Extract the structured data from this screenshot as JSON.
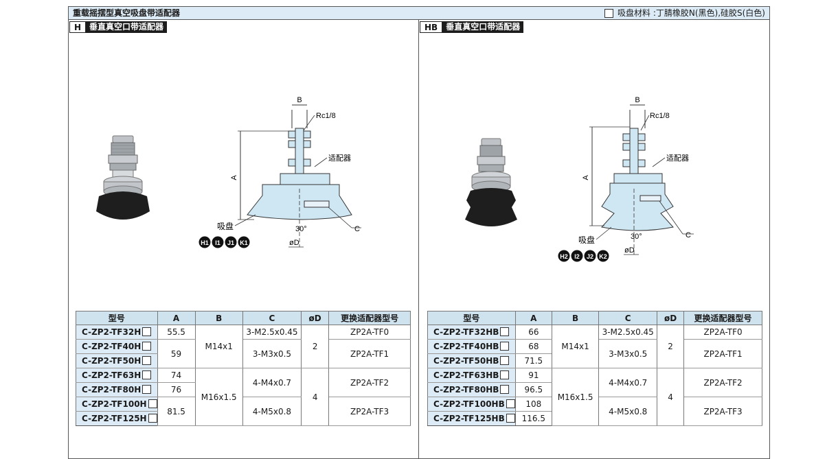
{
  "header": {
    "title": "重载摇摆型真空吸盘带适配器",
    "material_note": "吸盘材料 :丁腈橡胶N(黑色),硅胶S(白色)"
  },
  "left": {
    "code": "H",
    "name": "垂直真空口带适配器",
    "labels": {
      "b": "B",
      "rc": "Rc1/8",
      "adapter": "适配器",
      "a": "A",
      "pad": "吸盘",
      "angle": "30°",
      "c": "C",
      "d": "øD"
    },
    "badges": [
      "H1",
      "I1",
      "J1",
      "K1"
    ],
    "columns": [
      "型号",
      "A",
      "B",
      "C",
      "øD",
      "更换适配器型号"
    ],
    "rows": [
      {
        "model": "C-ZP2-TF32H",
        "a": "55.5"
      },
      {
        "model": "C-ZP2-TF40H",
        "a": "59"
      },
      {
        "model": "C-ZP2-TF50H"
      },
      {
        "model": "C-ZP2-TF63H",
        "a": "74"
      },
      {
        "model": "C-ZP2-TF80H",
        "a": "76"
      },
      {
        "model": "C-ZP2-TF100H",
        "a": "81.5"
      },
      {
        "model": "C-ZP2-TF125H"
      }
    ],
    "b": [
      "M14x1",
      "M16x1.5"
    ],
    "c": [
      "3-M2.5x0.45",
      "3-M3x0.5",
      "4-M4x0.7",
      "4-M5x0.8"
    ],
    "d": [
      "2",
      "4"
    ],
    "adapter": [
      "ZP2A-TF0",
      "ZP2A-TF1",
      "ZP2A-TF2",
      "ZP2A-TF3"
    ]
  },
  "right": {
    "code": "HB",
    "name": "垂直真空口带适配器",
    "labels": {
      "b": "B",
      "rc": "Rc1/8",
      "adapter": "适配器",
      "a": "A",
      "pad": "吸盘",
      "angle": "30°",
      "c": "C",
      "d": "øD"
    },
    "badges": [
      "H2",
      "I2",
      "J2",
      "K2"
    ],
    "columns": [
      "型号",
      "A",
      "B",
      "C",
      "øD",
      "更换适配器型号"
    ],
    "rows": [
      {
        "model": "C-ZP2-TF32HB",
        "a": "66"
      },
      {
        "model": "C-ZP2-TF40HB",
        "a": "68"
      },
      {
        "model": "C-ZP2-TF50HB",
        "a": "71.5"
      },
      {
        "model": "C-ZP2-TF63HB",
        "a": "91"
      },
      {
        "model": "C-ZP2-TF80HB",
        "a": "96.5"
      },
      {
        "model": "C-ZP2-TF100HB",
        "a": "108"
      },
      {
        "model": "C-ZP2-TF125HB",
        "a": "116.5"
      }
    ],
    "b": [
      "M14x1",
      "M16x1.5"
    ],
    "c": [
      "3-M2.5x0.45",
      "3-M3x0.5",
      "4-M4x0.7",
      "4-M5x0.8"
    ],
    "d": [
      "2",
      "4"
    ],
    "adapter": [
      "ZP2A-TF0",
      "ZP2A-TF1",
      "ZP2A-TF2",
      "ZP2A-TF3"
    ]
  },
  "colors": {
    "header_bg": "#dcebf5",
    "table_header": "#cfe3ef",
    "drawing_fill": "#cfe6f3",
    "pad_black": "#1e1e1e"
  }
}
